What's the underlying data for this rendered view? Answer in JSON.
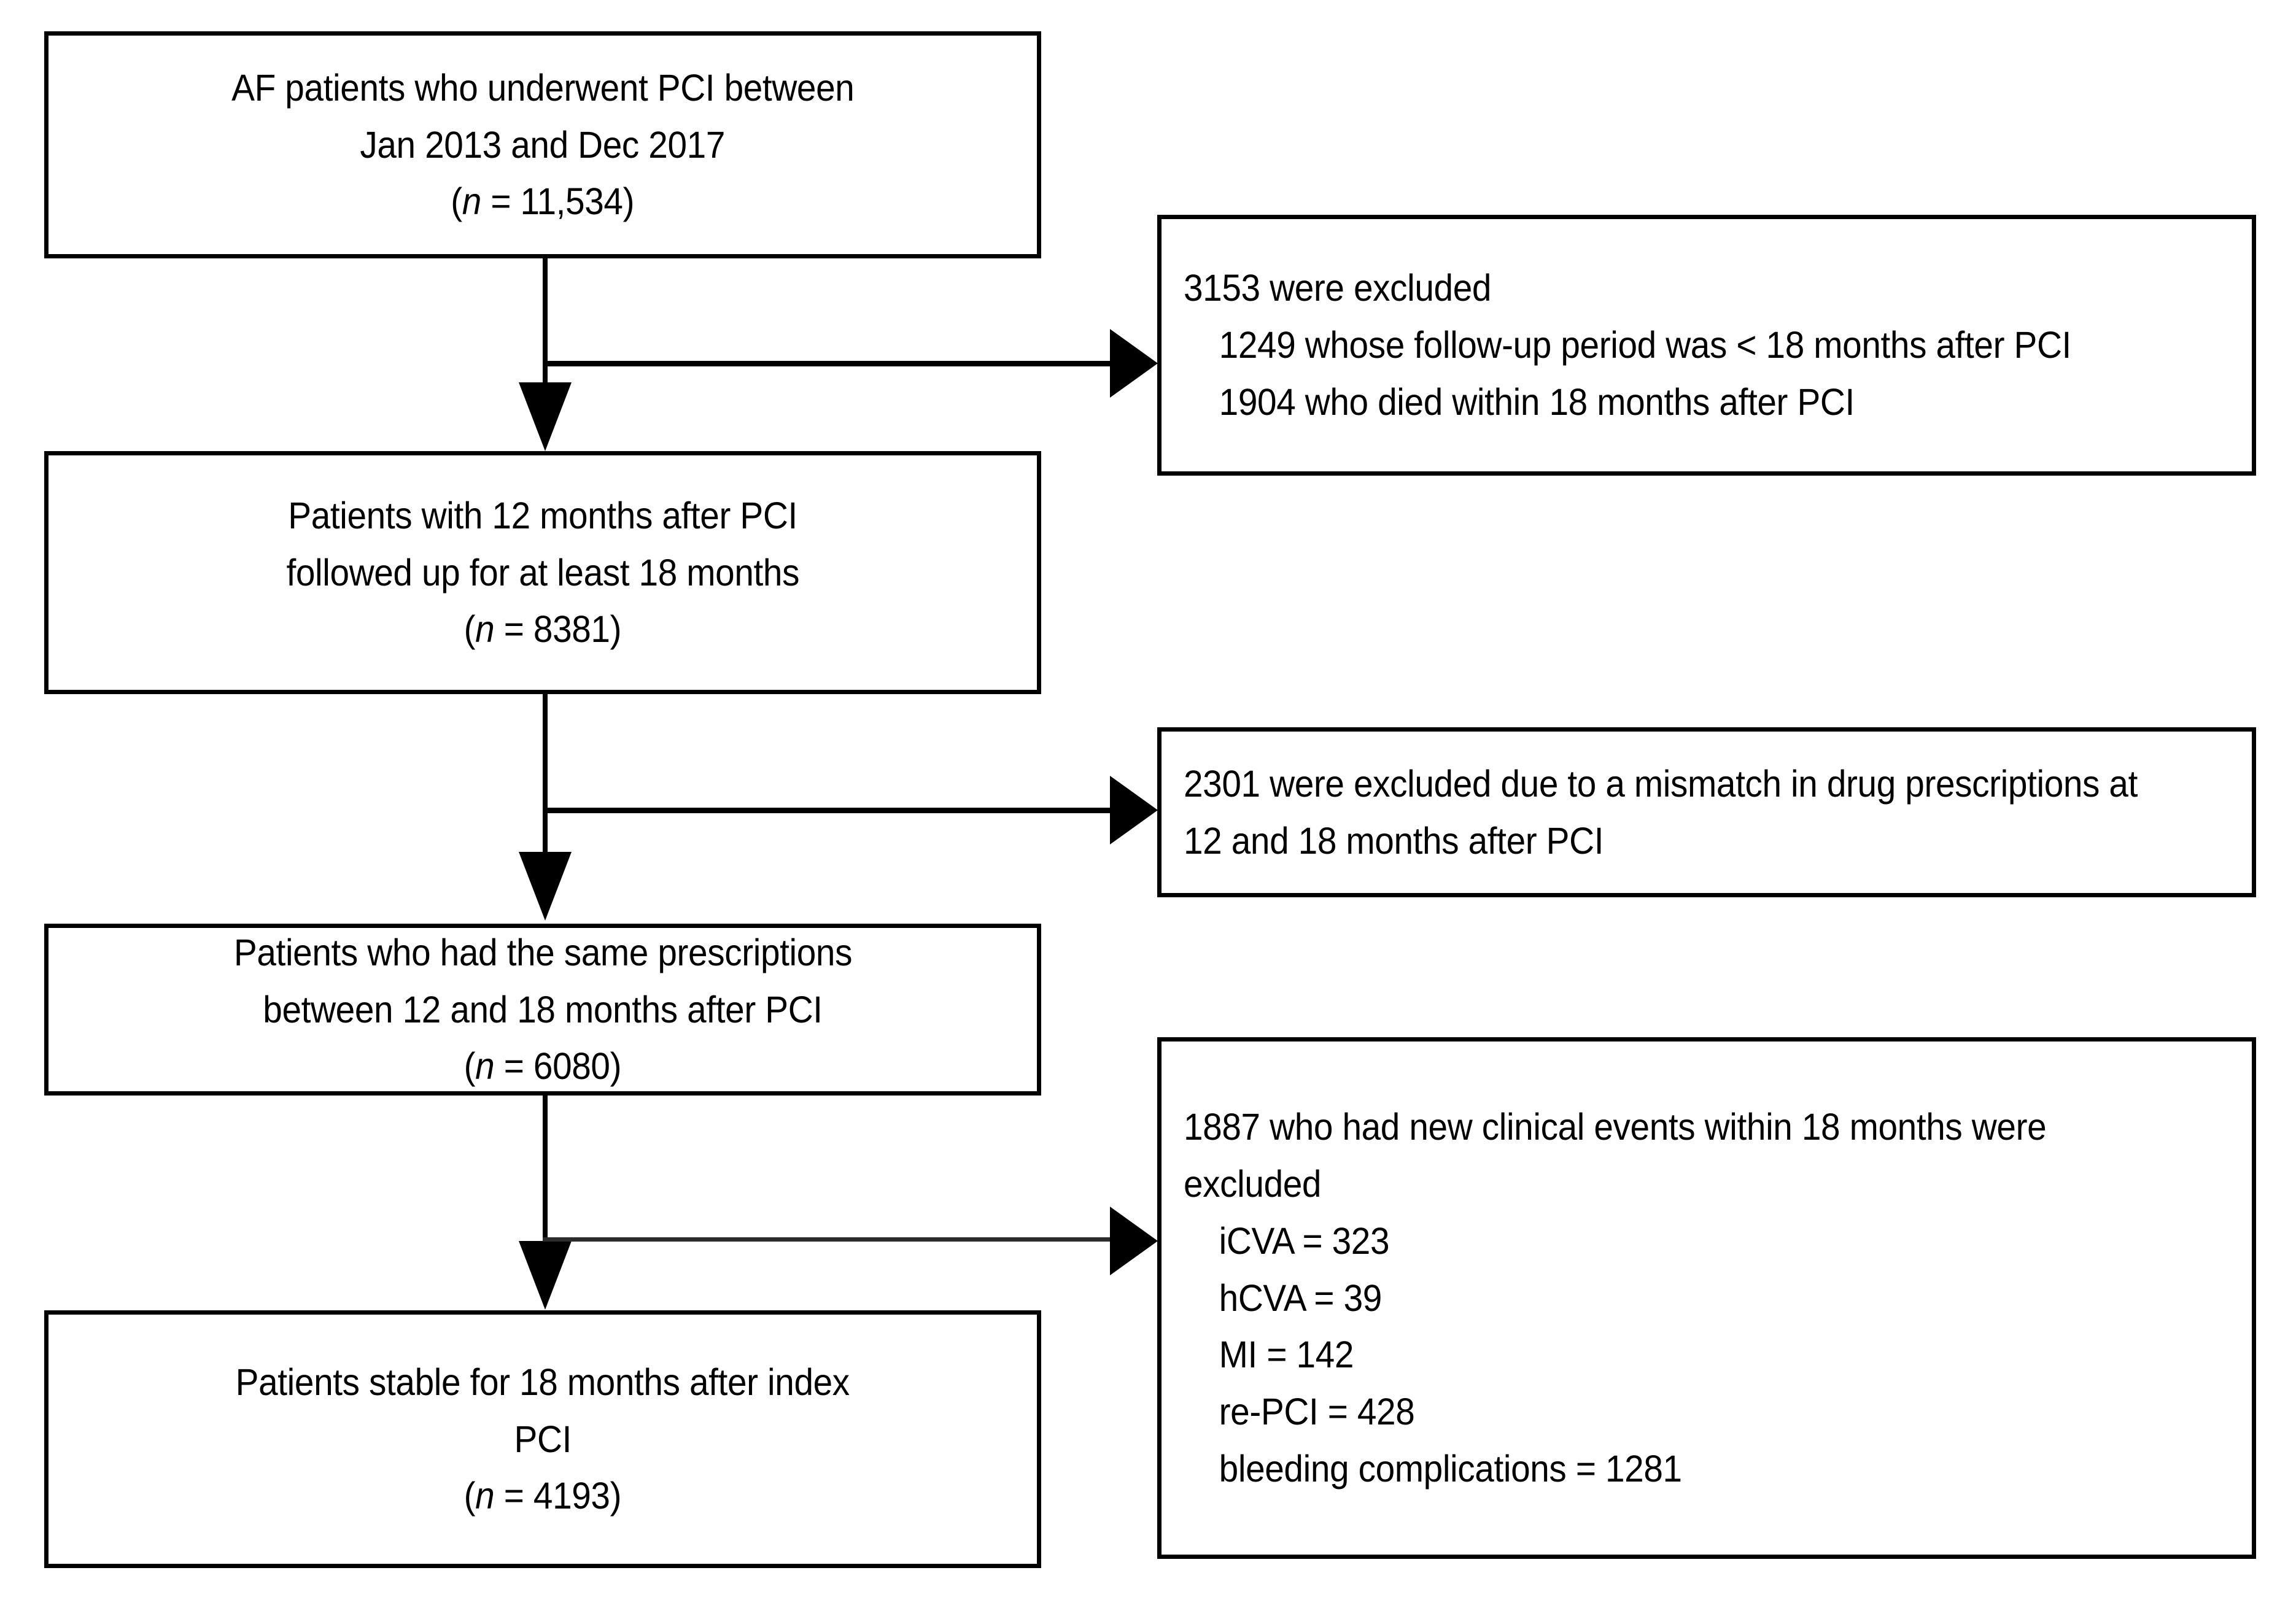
{
  "diagram": {
    "type": "patient-flow-diagram",
    "title": "AF patients who underwent PCI — study flow",
    "ink_color": "#000000",
    "background_color": "#ffffff",
    "flow_boxes": [
      {
        "id": "enrolled",
        "lines": [
          "AF patients who underwent PCI between",
          "Jan 2013  and Dec 2017",
          "(n = 11,534)"
        ],
        "n_label": "(n = 11,534)",
        "n_value": 11534
      },
      {
        "id": "followed-up",
        "lines": [
          "Patients with 12 months after PCI",
          "followed up for at least 18 months",
          "(n = 8381)"
        ],
        "n_label": "(n = 8381)",
        "n_value": 8381
      },
      {
        "id": "same-prescriptions",
        "lines": [
          "Patients who had the same prescriptions",
          "between 12 and 18 months after PCI",
          "(n = 6080)"
        ],
        "n_label": "(n = 6080)",
        "n_value": 6080
      },
      {
        "id": "stable",
        "lines": [
          "Patients stable for 18 months after index",
          "PCI",
          "(n = 4193)"
        ],
        "n_label": "(n = 4193)",
        "n_value": 4193
      }
    ],
    "exclusion_boxes": [
      {
        "id": "exclusion-1",
        "heading": "3153  were excluded",
        "total": 3153,
        "items": [
          {
            "text": "1249  whose follow-up period was < 18 months after PCI",
            "value": 1249
          },
          {
            "text": "1904  who died within 18 months after PCI",
            "value": 1904
          }
        ]
      },
      {
        "id": "exclusion-2",
        "heading": "2301  were excluded due to a mismatch in drug prescriptions at 12 and 18  months after PCI",
        "total": 2301,
        "items": []
      },
      {
        "id": "exclusion-3",
        "heading": "1887  who had new clinical events within 18 months were excluded",
        "total": 1887,
        "items": [
          {
            "text": "iCVA = 323",
            "value": 323
          },
          {
            "text": "hCVA = 39",
            "value": 39
          },
          {
            "text": "MI  = 142",
            "value": 142
          },
          {
            "text": "re-PCI = 428",
            "value": 428
          },
          {
            "text": "bleeding complications = 1281",
            "value": 1281
          }
        ]
      }
    ],
    "connectors": [
      {
        "id": "connector-1",
        "from": "enrolled",
        "to": "followed-up",
        "branch_to": "exclusion-1"
      },
      {
        "id": "connector-2",
        "from": "followed-up",
        "to": "same-prescriptions",
        "branch_to": "exclusion-2"
      },
      {
        "id": "connector-3",
        "from": "same-prescriptions",
        "to": "stable",
        "branch_to": "exclusion-3"
      }
    ]
  }
}
